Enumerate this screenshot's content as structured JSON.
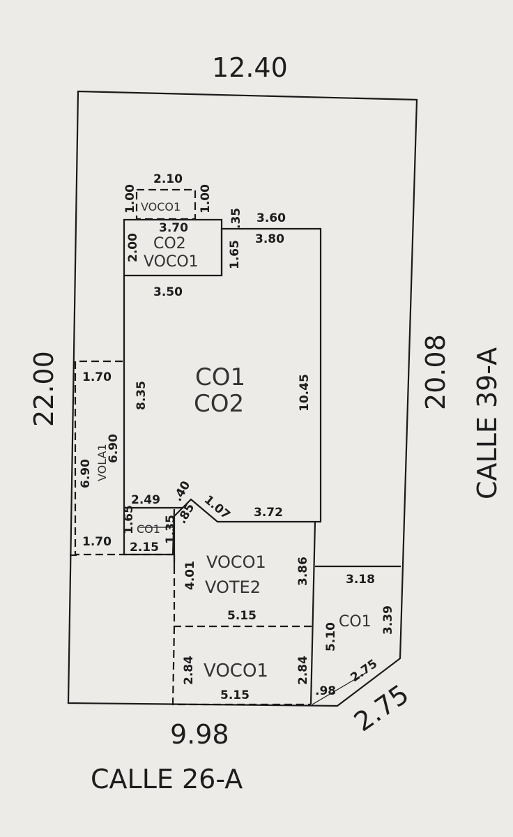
{
  "outer": {
    "top": "12.40",
    "left": "22.00",
    "right": "20.08",
    "bottom": "9.98",
    "corner": "2.75"
  },
  "streets": {
    "bottom": "CALLE 26-A",
    "right": "CALLE 39-A"
  },
  "zones": {
    "voco1_top": "VOCO1",
    "co2": "CO2",
    "voco1_mid": "VOCO1",
    "main_1": "CO1",
    "main_2": "CO2",
    "vola1": "VOLA1",
    "co1_small": "CO1",
    "voco1_lower": "VOCO1",
    "vote2": "VOTE2",
    "voco1_bottom": "VOCO1",
    "co1_right": "CO1"
  },
  "dims": {
    "d_2_10": "2.10",
    "d_1_00_a": "1.00",
    "d_1_00_b": "1.00",
    "d_3_70": "3.70",
    "d_35": ".35",
    "d_3_60": "3.60",
    "d_2_00": "2.00",
    "d_1_65_a": "1.65",
    "d_3_80": "3.80",
    "d_3_50": "3.50",
    "d_1_70_a": "1.70",
    "d_8_35": "8.35",
    "d_10_45": "10.45",
    "d_6_90_a": "6.90",
    "d_6_90_b": "6.90",
    "d_2_49": "2.49",
    "d_40": ".40",
    "d_1_07": "1.07",
    "d_85": ".85",
    "d_3_72": "3.72",
    "d_1_65_b": "1.65",
    "d_2_15": "2.15",
    "d_1_35": "1.35",
    "d_1_70_b": "1.70",
    "d_4_01": "4.01",
    "d_3_86": "3.86",
    "d_3_18": "3.18",
    "d_5_15_a": "5.15",
    "d_5_10": "5.10",
    "d_3_39": "3.39",
    "d_2_84_a": "2.84",
    "d_2_84_b": "2.84",
    "d_2_75": "2.75",
    "d_5_15_b": "5.15",
    "d_98": ".98"
  }
}
